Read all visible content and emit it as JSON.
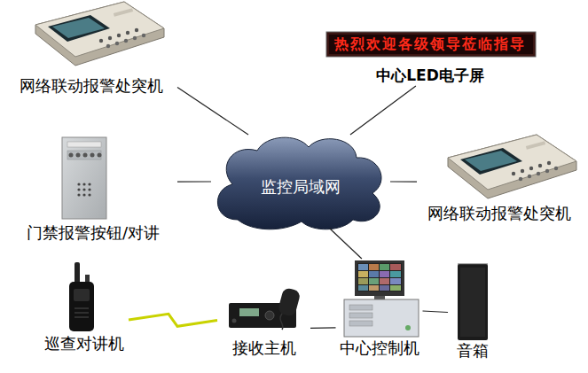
{
  "diagram": {
    "nodes": [
      {
        "text": [
          "网络联动报警处突机"
        ]
      },
      {
        "text": [
          "热烈欢迎各级领导莅临指导",
          "中心LED电子屏"
        ]
      },
      {
        "text": [
          "监控局域网"
        ]
      },
      {
        "text": [
          "门禁报警按钮/对讲"
        ]
      },
      {
        "text": [
          "网络联动报警处突机"
        ]
      },
      {
        "text": [
          "巡查对讲机"
        ]
      },
      {
        "text": [
          "接收主机"
        ]
      },
      {
        "text": [
          "中心控制机"
        ]
      },
      {
        "text": [
          "音箱"
        ]
      }
    ],
    "edges": [
      {
        "from": 0,
        "to": 2,
        "arrow": "none"
      },
      {
        "from": 1,
        "to": 2,
        "arrow": "none"
      },
      {
        "from": 3,
        "to": 2,
        "arrow": "none"
      },
      {
        "from": 2,
        "to": 4,
        "arrow": "none"
      },
      {
        "from": 2,
        "to": 7,
        "arrow": "none"
      },
      {
        "from": 5,
        "to": 6,
        "arrow": "none"
      },
      {
        "from": 6,
        "to": 7,
        "arrow": "none"
      },
      {
        "from": 7,
        "to": 8,
        "arrow": "none"
      }
    ]
  }
}
